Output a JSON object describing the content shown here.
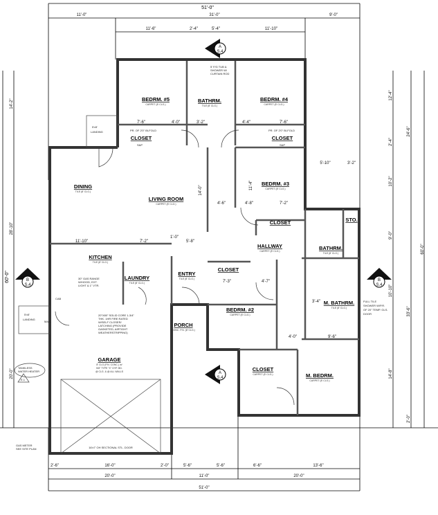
{
  "rooms": {
    "bedrm5": {
      "name": "BEDRM. #5",
      "finish": "CARPET (8' CLG.)"
    },
    "bathrm_top": {
      "name": "BATHRM.",
      "finish": "TILE (8' CLG.)"
    },
    "bedrm4": {
      "name": "BEDRM. #4",
      "finish": "CARPET (8' CLG.)"
    },
    "dining": {
      "name": "DINING",
      "finish": "TILE (8' CLG.)"
    },
    "living": {
      "name": "LIVING ROOM",
      "finish": "CARPET (8' CLG.)"
    },
    "bedrm3": {
      "name": "BEDRM. #3",
      "finish": "CARPET (8' CLG.)"
    },
    "kitchen": {
      "name": "KITCHEN",
      "finish": "TILE (8' CLG.)"
    },
    "laundry": {
      "name": "LAUNDRY",
      "finish": "TILE (8' CLG.)"
    },
    "entry": {
      "name": "ENTRY",
      "finish": "TILE (8' CLG.)"
    },
    "hallway": {
      "name": "HALLWAY",
      "finish": "CARPET (8' CLG.)"
    },
    "bathrm_mid": {
      "name": "BATHRM.",
      "finish": "TILE (8' CLG.)"
    },
    "sto": {
      "name": "STO."
    },
    "bedrm2": {
      "name": "BEDRM. #2",
      "finish": "CARPET (8' CLG.)"
    },
    "m_bathrm": {
      "name": "M. BATHRM.",
      "finish": "TILE (8' CLG.)"
    },
    "porch": {
      "name": "PORCH",
      "finish": "CONC. P.N. (8' CLG.)"
    },
    "garage": {
      "name": "GARAGE",
      "finish": [
        "8' CLG (P.N. CONC.) w/",
        "5/8\" TYPE \"X\" GYP. BD.",
        "@ CLG. & @ ALL WALLS"
      ]
    },
    "closet_master": {
      "name": "CLOSET",
      "finish": "CARPET (8' CLG.)"
    },
    "m_bedrm": {
      "name": "M. BEDRM.",
      "finish": "CARPET (8' CLG.)"
    },
    "closet5": {
      "name": "CLOSET"
    },
    "closet4": {
      "name": "CLOSET"
    },
    "closet3": {
      "name": "CLOSET"
    },
    "closet_hall": {
      "name": "CLOSET"
    },
    "landing_top": {
      "name": "LANDING",
      "size": "5'x5'"
    },
    "landing_bottom": {
      "name": "LANDING",
      "size": "5'x5'"
    }
  },
  "notes": {
    "tub": [
      "5' F/G TUB &",
      "SHOWER W/",
      "CURTAIN ROD"
    ],
    "range": [
      "30\" GAS RANGE",
      "W/HOOD, EXT.",
      "LIGHT & 1\" VTR."
    ],
    "garage_door": [
      "20\"X80\" SOLID CORE 1-3/4\"",
      "THK. 1HR FIRE RATED",
      "W/SELF CLOSER/",
      "LATCHING (PROVIDE",
      "GASKETED, AIRTIGHT",
      "WEATHERSTRIPPING)"
    ],
    "master_shower": [
      "FULL TILE",
      "SHOWER W/P.R.",
      "OF 20\" TEMP. GLS.",
      "DOOR"
    ],
    "water_heater": [
      "TANKLESS",
      "WATER HEATER"
    ],
    "gas_meter": [
      "GAS METER",
      "SEE SITE PLAN"
    ],
    "overhead_door": "16'x7' OH SECTIONAL STL. DOOR",
    "max": "MAX.",
    "shelf": "S&P",
    "pr_doors": "PR. OF 2'0\" BI-FOLD",
    "cab": "CAB"
  },
  "section_markers": [
    {
      "letter": "A",
      "sheet": "S.4"
    },
    {
      "letter": "A",
      "sheet": "S.4"
    },
    {
      "letter": "B",
      "sheet": "S.4"
    },
    {
      "letter": "B",
      "sheet": "S.4"
    }
  ],
  "detail_tag": "E.1",
  "dimensions": {
    "top_overall": "51'-0\"",
    "top_row2": [
      "11'-0\"",
      "31'-0\"",
      "9'-0\""
    ],
    "top_row3": [
      "11'-6\"",
      "2'-4\"",
      "5'-4\"",
      "11'-10\""
    ],
    "bottom_row1": [
      "2'-6\"",
      "16'-0\"",
      "2'-0\"",
      "5'-6\"",
      "5'-6\"",
      "6'-6\"",
      "13'-6\""
    ],
    "bottom_row2": [
      "20'-0\"",
      "11'-0\"",
      "20'-0\""
    ],
    "bottom_overall": "51'-0\"",
    "left": [
      "14'-2\"",
      "28'-10\"",
      "20'-0\"",
      "60'-0\""
    ],
    "right": [
      "12'-4\"",
      "2'-4\"",
      "10'-2\"",
      "9'-0\"",
      "10'-10\"",
      "14'-8\"",
      "2'-0\"",
      "24'-6\"",
      "33'-6\"",
      "60'-0\""
    ],
    "interior": [
      "7'-6\"",
      "4'-0\"",
      "3'-2\"",
      "4'-4\"",
      "7'-6\"",
      "5'-10\"",
      "3'-2\"",
      "4'-6\"",
      "4'-8\"",
      "7'-2\"",
      "11'-10\"",
      "7'-2\"",
      "1'-0\"",
      "5'-8\"",
      "7'-3\"",
      "4'-7\"",
      "3'-4\"",
      "4'-0\"",
      "9'-6\"",
      "14'-0\"",
      "11'-4\""
    ]
  }
}
